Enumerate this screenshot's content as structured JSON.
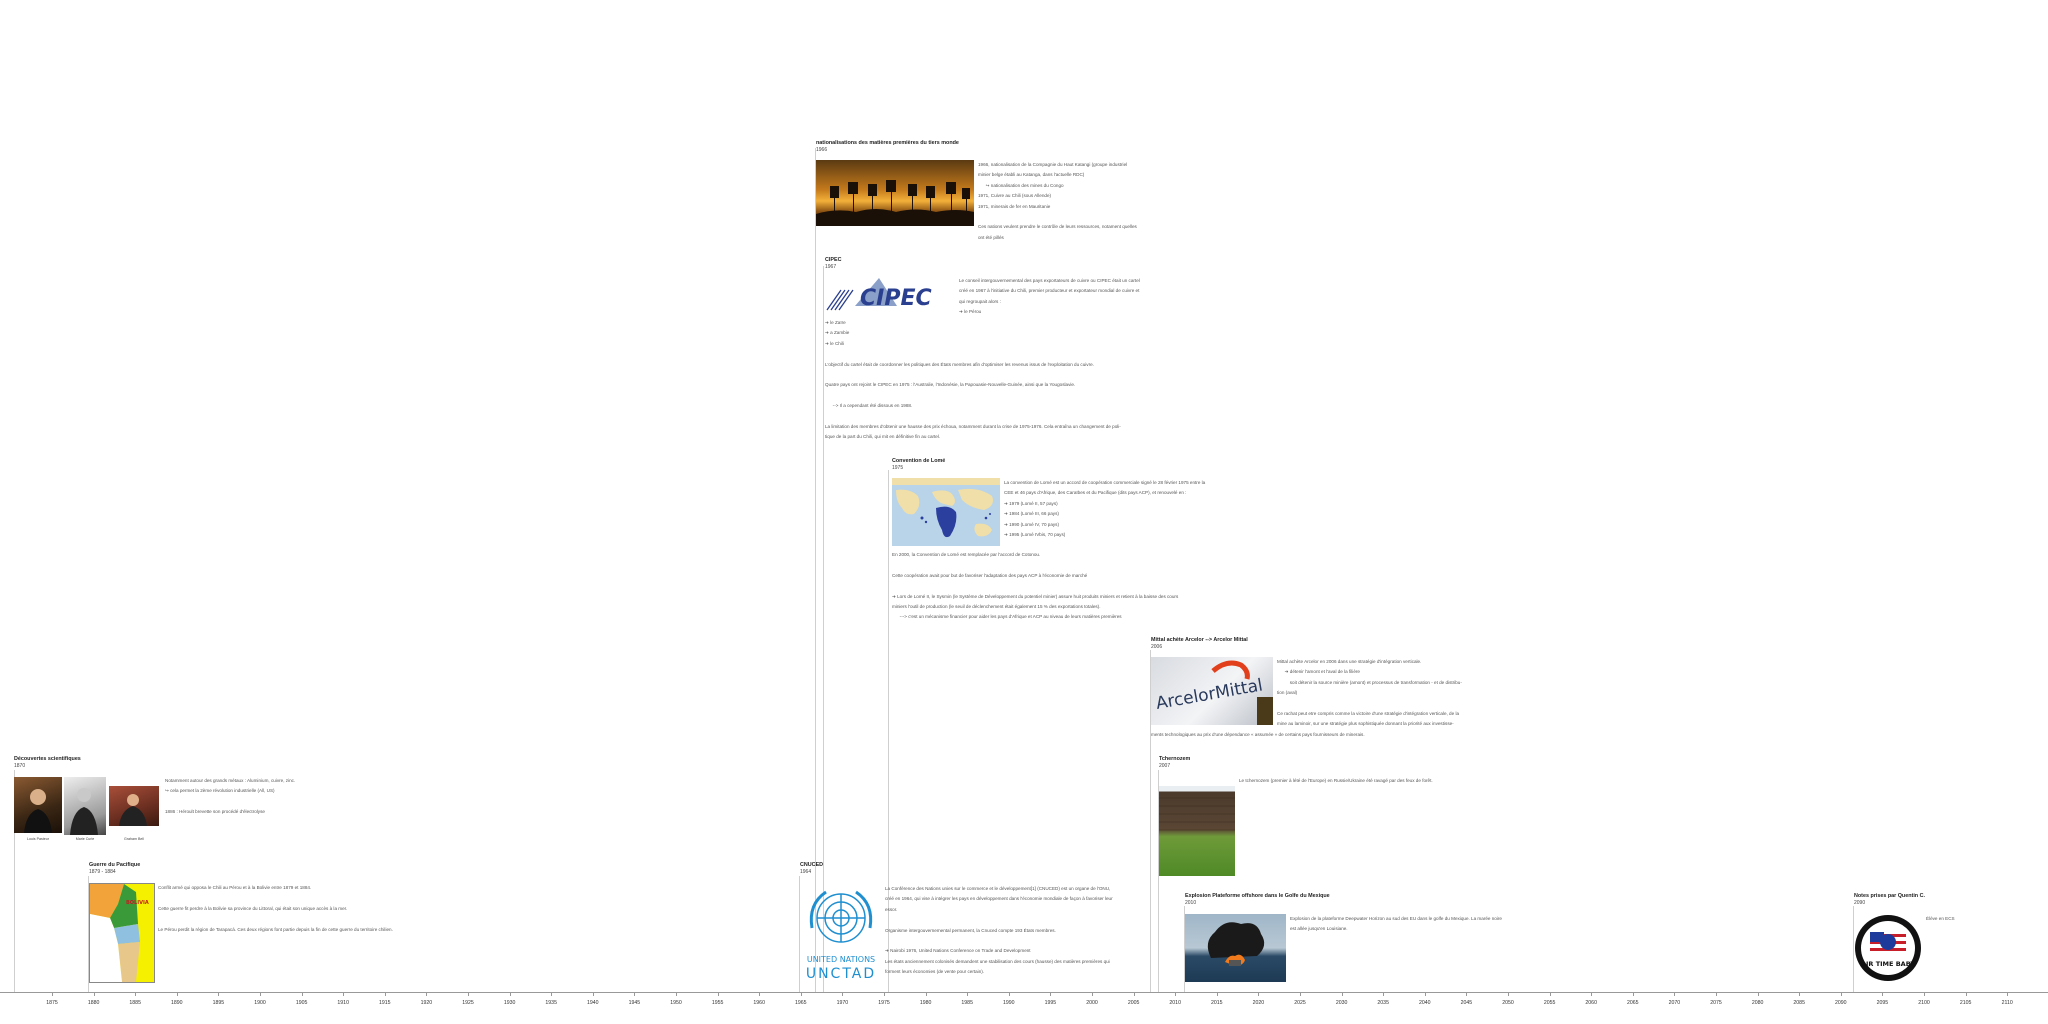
{
  "events": {
    "nationalisations": {
      "title": "nationalisations des matières premières du tiers monde",
      "date": "1966",
      "text": "1966, nationalisation de la Compagnie du Haut Katangi (groupe industriel\nminier belge établi au Katanga, dans l'actuelle RDC)\n      ↪ nationalisation des mines du Congo\n1971, Cuivre au Chili (sous Allende)\n1971, minerais de fer en Mauritanie\n\nCes nations veulent prendre le contrôle de leurs ressources, notament quelles\nont été pillés"
    },
    "cipec": {
      "title": "CIPEC",
      "date": "1967",
      "logo": "CIPEC",
      "text": "Le conseil intergouvernemental des pays exportateurs de cuivre ou CIPEC était un cartel\ncréé en 1967 à l'initiative du Chili, premier producteur et exportateur mondial de cuivre et\nqui regroupait alors :\n➔ le Pérou",
      "text2": "➔ le Zaïre\n➔ a Zambie\n➔ le Chili\n\nL'objectif du cartel était de coordonner les politiques des États membres afin d'optimiser les revenus issus de l'exploitation du cuivre.\n\nQuatre pays ont rejoint le CIPEC en 1975 : l'Australie, l'Indonésie, la Papouasie-Nouvelle-Guinée, ainsi que la Yougoslavie.\n\n      --> Il a cependant été dissous en 1988.\n\nLa limitation des membres d'obtenir une hausse des prix échoua, notamment durant la crise de 1975-1976. Cela entraîna un changement de poli-\ntique de la part du Chili, qui mit en définitive fin au cartel."
    },
    "lome": {
      "title": "Convention de Lomé",
      "date": "1975",
      "text": "La convention de Lomé est un accord de coopération commerciale signé le 28 février 1975 entre la\nCEE et 46 pays d'Afrique, des Caraïbes et du Pacifique (dits pays ACP), et renouvelé en :\n➔ 1979 (Lomé II, 57 pays)\n➔ 1984 (Lomé III, 66 pays)\n➔ 1990 (Lomé IV, 70 pays)\n➔ 1995 (Lomé IVbis, 70 pays)",
      "text2": "En 2000, la Convention de Lomé est remplacée par l'accord de Cotonou.\n\nCette coopération avait pour but de favoriser l'adaptation des pays ACP à l'économie de marché\n\n➔ Lors de Lomé II, le Sysmin (le Système de Développement du potentiel minier) assure huit produits miniers et retient à la baisse des cours\nminiers l'outil de production (le seuil de déclenchement était également 15 % des exportations totales).\n      ---> c'est un mécanisme financier pour aider les pays d'Afrique et ACP au niveau de leurs matières premières"
    },
    "mittal": {
      "title": "Mittal achète Arcelor --> Arcelor Mittal",
      "date": "2006",
      "logo_text": "ArcelorMittal",
      "text": "Mittal achète Arcelor en 2006 dans une stratégie d'intégration verticale.\n      ➔ détenir l'amont et l'aval de la filière\n          soit détenir la source minière (amont) et processus de transformation - et de distribu-\ntion (aval)\n\nCe rachat peut etre compris comme la victoire d'une stratégie d'intégration verticale, de la\nmine au laminoir, sur une stratégie plus sophistiquée donnant la priorité aux investisse-",
      "text2": "ments technologiques au prix d'une dépendance « assumée » de certains pays fournisseurs de minerais."
    },
    "tchernozem": {
      "title": "Tchernozem",
      "date": "2007",
      "text": "Le tchernozem (premier à lété de l'Europe) en Russie/Ukraine été ravagé par des feux de forêt."
    },
    "decouvertes": {
      "title": "Découvertes scientifiques",
      "date": "1870",
      "text": "Notamment autour des grands métaux : Aluminium, cuivre, zinc.\n↪ cela permet la 2ème révolution industrielle (All, US)\n\n1886 : Héroult brevette son procédé d'électrolyse",
      "captions": [
        "Louis Pasteur",
        "Marie Curie",
        "Graham Bell"
      ]
    },
    "pacifique": {
      "title": "Guerre du Pacifique",
      "date": "1879 - 1884",
      "map_label": "BOLIVIA",
      "text": "Conflit armé qui opposa le Chili au Pérou et à la Bolivie entre 1879 et 1884.\n\nCette guerre fit perdre à la Bolivie sa province du Littoral, qui était son unique accès à la mer.\n\nLe Pérou perdit la région de Tarapacá. Ces deux régions font partie depuis la fin de cette guerre du territoire chilien."
    },
    "cnuced": {
      "title": "CNUCED",
      "date": "1964",
      "logo_line1": "UNITED NATIONS",
      "logo_line2": "UNCTAD",
      "text": "La Conférence des Nations unies sur le commerce et le développement[1] (CNUCED) est un organe de l'ONU,\ncréé en 1964, qui vise à intégrer les pays en développement dans l'économie mondiale de façon à favoriser leur\nessor.\n\nOrganisme intergouvernemental permanent, la Cnuced compte 193 États membres.\n\n➔ Nairobi 1976, United Nations Conference on Trade and Development\nLes états anciennement colonisés demandent une stabilisation des cours (hausse) des matières premières qui\nforment leurs économies (de vente pour certain)."
    },
    "deepwater": {
      "title": "Explosion Plateforme offshore dans le Golfe du Mexique",
      "date": "2010",
      "text": "Explosion de la plateforme Deepwater Horizon au sud des EU dans le golfe du Mexique. La marée noire\nest allée jusqu'en Louisiane."
    },
    "quentin": {
      "title": "Notes prises par Quentin C.",
      "date": "2090",
      "text": "Élève en ECS",
      "badge_text": "AIR TIME BABY"
    }
  },
  "axis": {
    "labels": [
      "1875",
      "1880",
      "1885",
      "1890",
      "1895",
      "1900",
      "1905",
      "1910",
      "1915",
      "1920",
      "1925",
      "1930",
      "1935",
      "1940",
      "1945",
      "1950",
      "1955",
      "1960",
      "1965",
      "1970",
      "1975",
      "1980",
      "1985",
      "1990",
      "1995",
      "2000",
      "2005",
      "2010",
      "2015",
      "2020",
      "2025",
      "2030",
      "2035",
      "2040",
      "2045",
      "2050",
      "2055",
      "2060",
      "2065",
      "2070",
      "2075",
      "2080",
      "2085",
      "2090",
      "2095",
      "2100",
      "2105",
      "2110"
    ]
  },
  "colors": {
    "axis": "#999999",
    "line": "#cfcfcf",
    "ocean": "#b9d3e8",
    "lomeGround": "#f0dfa8",
    "africa": "#2b3f9e"
  }
}
